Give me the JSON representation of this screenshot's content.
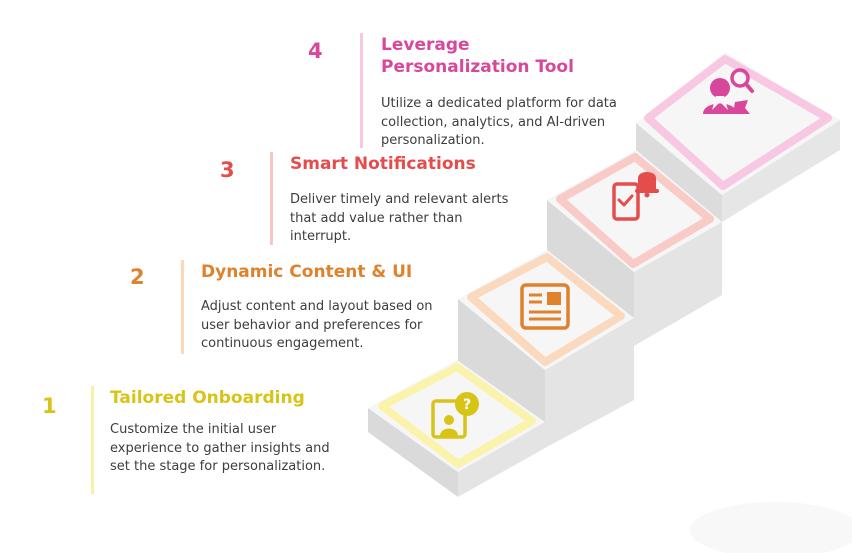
{
  "steps": [
    {
      "number": "1",
      "title": "Tailored Onboarding",
      "description": "Customize the initial user experience to gather insights and set the stage for personalization.",
      "color": "#d8c417",
      "bar_color": "#faf0a8",
      "icon": "onboarding-profile-question-icon"
    },
    {
      "number": "2",
      "title": "Dynamic Content & UI",
      "description": "Adjust content and layout based on user behavior and preferences for continuous engagement.",
      "color": "#e0812b",
      "bar_color": "#fad8b8",
      "icon": "content-layout-icon"
    },
    {
      "number": "3",
      "title": "Smart Notifications",
      "description": "Deliver timely and relevant alerts that add value rather than interrupt.",
      "color": "#e54c4c",
      "bar_color": "#f8c6c3",
      "icon": "phone-bell-check-icon"
    },
    {
      "number": "4",
      "title": "Leverage Personalization Tool",
      "description": "Utilize a dedicated platform for data collection, analytics, and AI-driven personalization.",
      "color": "#d9479c",
      "bar_color": "#f6c8e2",
      "icon": "user-search-icon"
    }
  ]
}
